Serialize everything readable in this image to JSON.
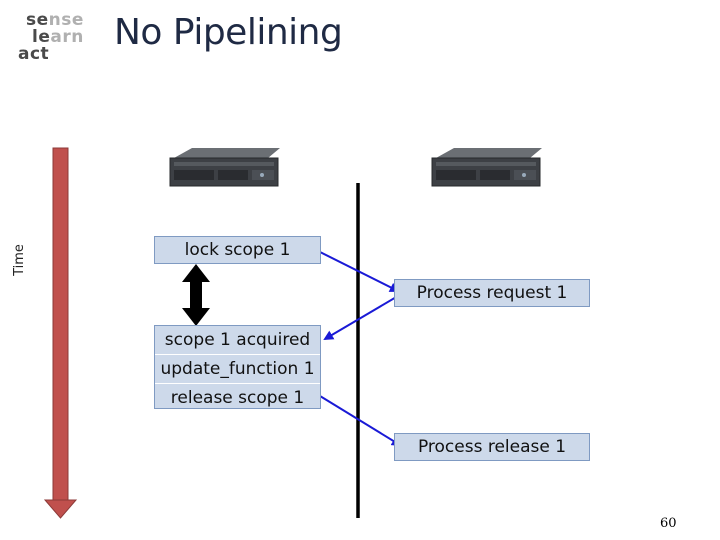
{
  "logo": {
    "line1": [
      "se",
      "nse"
    ],
    "line2": [
      "le",
      "arn"
    ],
    "line3": [
      "act",
      ""
    ]
  },
  "title": "No Pipelining",
  "axis_label": "Time",
  "boxes": {
    "lock_scope": "lock scope 1",
    "process_request": "Process request 1",
    "scope_acquired": "scope 1 acquired",
    "update_function": "update_function 1",
    "release_scope": "release scope 1",
    "process_release": "Process release 1"
  },
  "page_number": "60",
  "colors": {
    "time_arrow": "#c0504d",
    "box_fill": "#cdd9ea",
    "message_arrow": "#1a1ad6",
    "title": "#1f2a44"
  },
  "icons": [
    "server-icon",
    "server-icon"
  ]
}
